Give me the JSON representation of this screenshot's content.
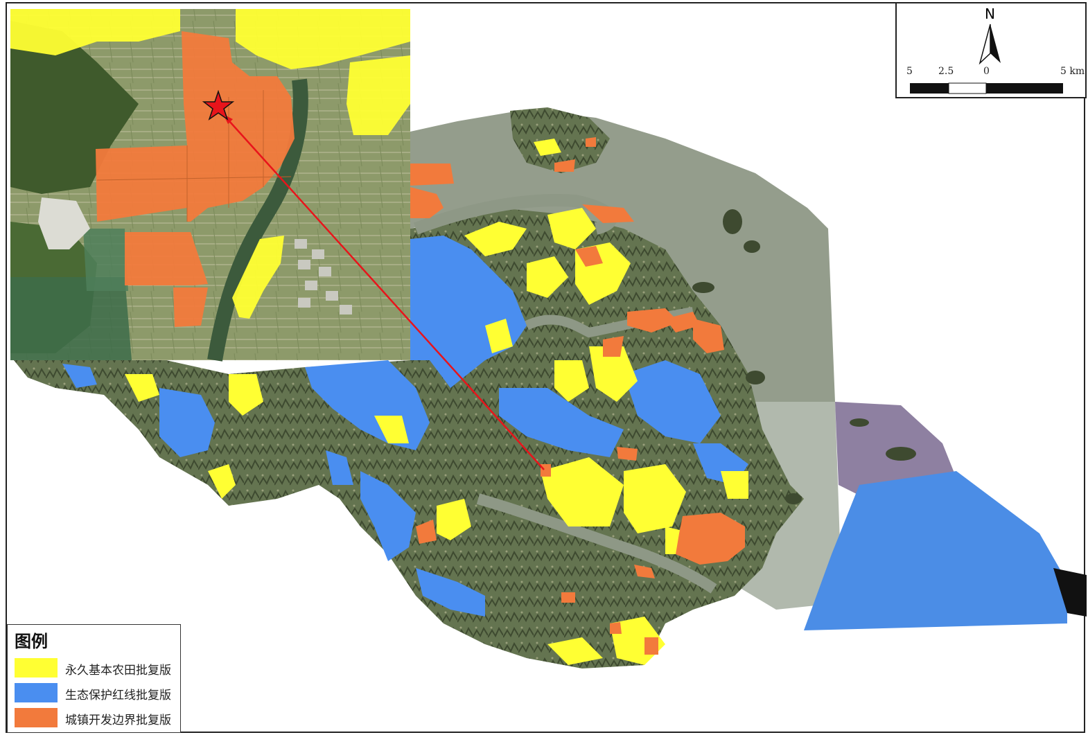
{
  "north": {
    "letter": "N"
  },
  "scale": {
    "ticks": [
      "5",
      "2.5",
      "0",
      "5 km"
    ]
  },
  "legend": {
    "title": "图例",
    "items": [
      {
        "label": "永久基本农田批复版",
        "color": "#ffff33"
      },
      {
        "label": "生态保护红线批复版",
        "color": "#4a8ef0"
      },
      {
        "label": "城镇开发边界批复版",
        "color": "#f27a3c"
      }
    ]
  },
  "colors": {
    "farmland": "#ffff33",
    "ecology": "#4a8ef0",
    "urban": "#f27a3c",
    "terrain": "#5f6f4a",
    "water": "#8c9684",
    "pointer": "#e8141b"
  },
  "inset": {
    "marker_icon": "star-icon",
    "pointer_icon": "arrow-line-icon"
  }
}
